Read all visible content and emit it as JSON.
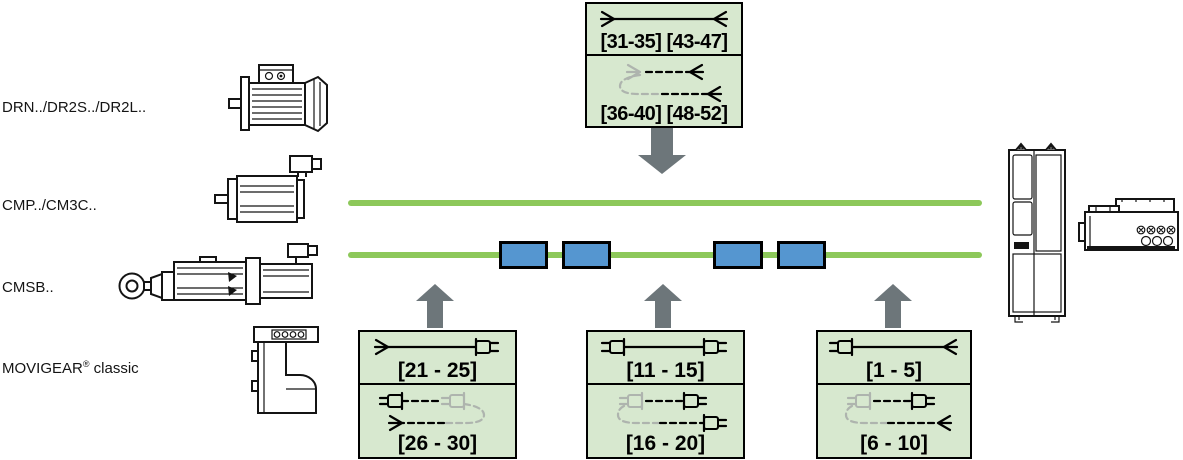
{
  "diagram": {
    "title_hint": "motor-to-drive cabling overview",
    "motors": [
      {
        "label": "DRN../DR2S../DR2L..",
        "icon": "ac-motor-icon"
      },
      {
        "label": "CMP../CM3C..",
        "icon": "servo-motor-icon"
      },
      {
        "label": "CMSB..",
        "icon": "electric-cylinder-icon"
      },
      {
        "label_name": "MOVIGEAR",
        "label_mark": "®",
        "label_variant": " classic",
        "icon": "movigear-icon"
      }
    ],
    "drives": [
      {
        "icon": "cabinet-inverter-icon"
      },
      {
        "icon": "decentralized-drive-icon"
      }
    ],
    "top_cable_box": {
      "sections": [
        {
          "icon": "straight-cable-open-open-icon",
          "range": "[31-35] [43-47]"
        },
        {
          "icon": "extension-cable-open-open-icon",
          "range": "[36-40] [48-52]"
        }
      ]
    },
    "bottom_cable_boxes": [
      {
        "sections": [
          {
            "icon": "straight-cable-open-plug-icon",
            "range": "[21 - 25]"
          },
          {
            "icon": "extension-cable-open-plug-icon",
            "range": "[26 - 30]"
          }
        ]
      },
      {
        "sections": [
          {
            "icon": "straight-cable-plug-plug-icon",
            "range": "[11 - 15]"
          },
          {
            "icon": "extension-cable-plug-plug-icon",
            "range": "[16 - 20]"
          }
        ]
      },
      {
        "sections": [
          {
            "icon": "straight-cable-plug-open-icon",
            "range": "[1 - 5]"
          },
          {
            "icon": "extension-cable-plug-open-icon",
            "range": "[6 - 10]"
          }
        ]
      }
    ],
    "colors": {
      "bus_line": "#8dc85a",
      "box_fill": "#d7e8cf",
      "connector_fill": "#5596d0",
      "arrow": "#6d767a"
    }
  }
}
